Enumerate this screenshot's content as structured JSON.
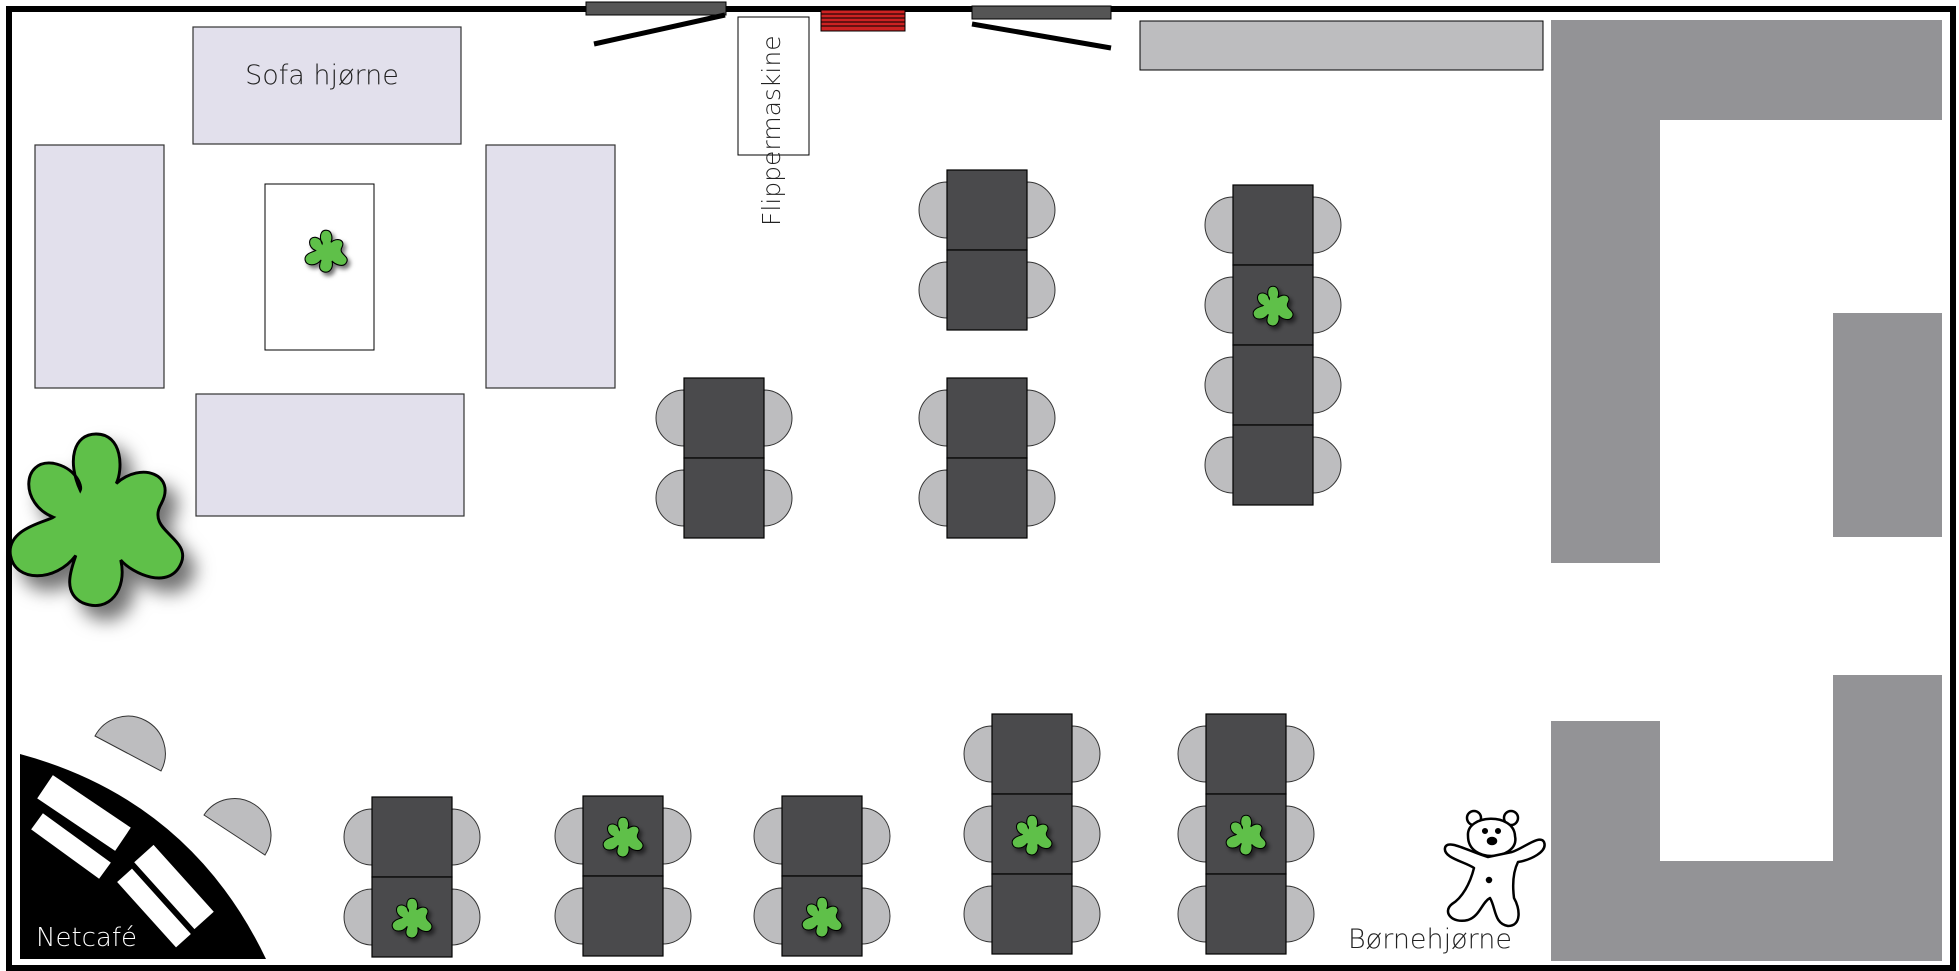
{
  "labels": {
    "sofa_corner": "Sofa hjørne",
    "pinball": "Flippermaskine",
    "kids_corner": "Børnehjørne",
    "netcafe": "Netcafé"
  },
  "colors": {
    "wall": "#000000",
    "sofa": "#e2e0ec",
    "table": "#4a4a4c",
    "chair": "#bdbdbf",
    "bar": "#939396",
    "shelf": "#bdbdbf",
    "plant": "#5fc048",
    "door_mat": "#cc2222"
  },
  "icons": {
    "plant": "plant-icon",
    "teddy": "teddy-bear-icon"
  }
}
